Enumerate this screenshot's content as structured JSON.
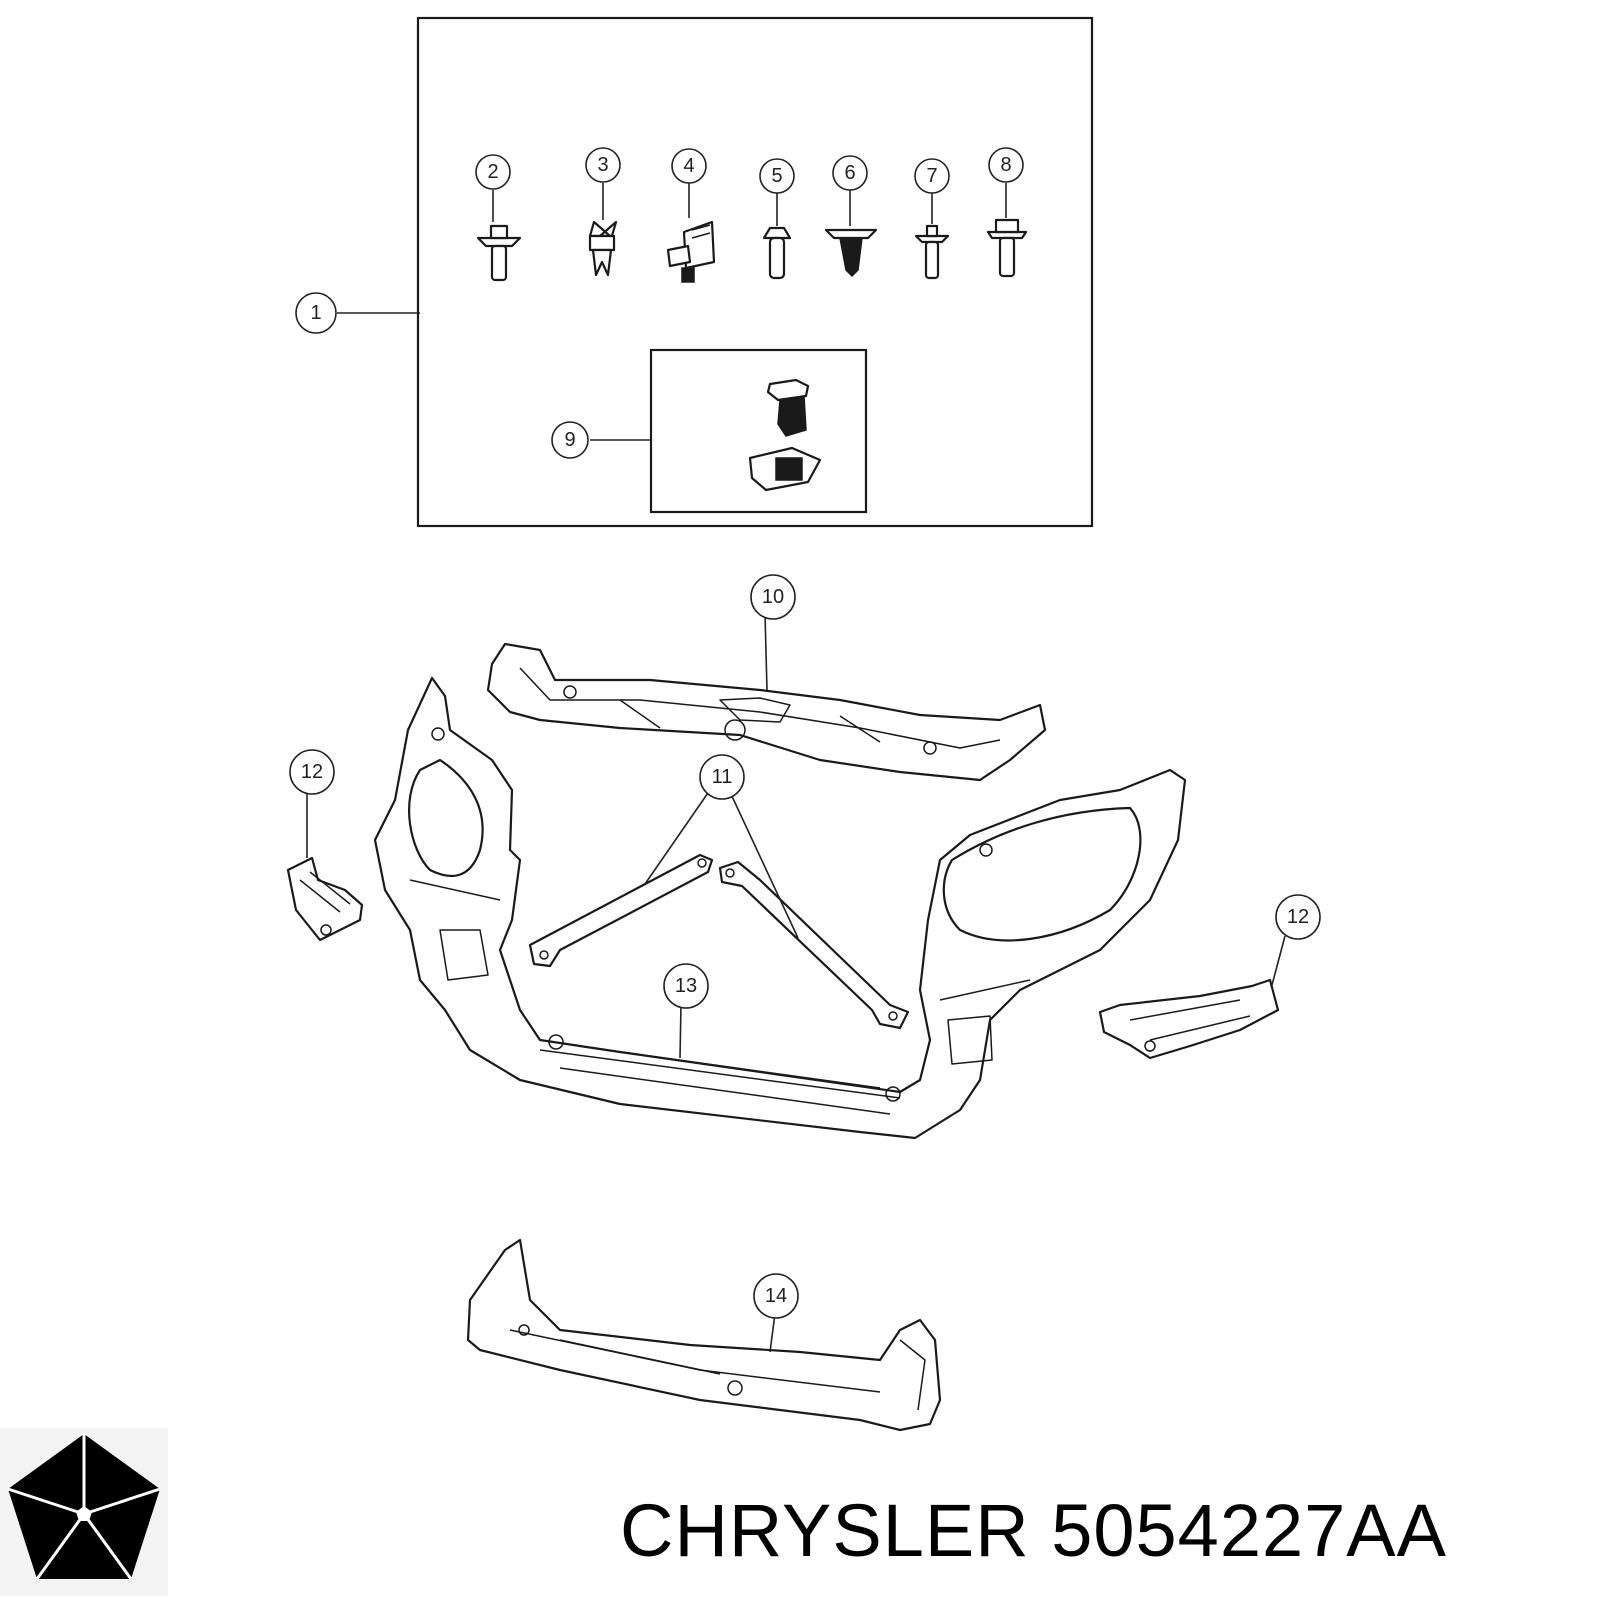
{
  "brand": {
    "name": "CHRYSLER",
    "part_number": "5054227AA",
    "logo_icon": "chrysler-pentastar-icon",
    "text_color": "#000000"
  },
  "callouts": [
    {
      "id": "1",
      "label": "1"
    },
    {
      "id": "2",
      "label": "2"
    },
    {
      "id": "3",
      "label": "3"
    },
    {
      "id": "4",
      "label": "4"
    },
    {
      "id": "5",
      "label": "5"
    },
    {
      "id": "6",
      "label": "6"
    },
    {
      "id": "7",
      "label": "7"
    },
    {
      "id": "8",
      "label": "8"
    },
    {
      "id": "9",
      "label": "9"
    },
    {
      "id": "10",
      "label": "10"
    },
    {
      "id": "11",
      "label": "11"
    },
    {
      "id": "12a",
      "label": "12"
    },
    {
      "id": "12b",
      "label": "12"
    },
    {
      "id": "13",
      "label": "13"
    },
    {
      "id": "14",
      "label": "14"
    }
  ]
}
